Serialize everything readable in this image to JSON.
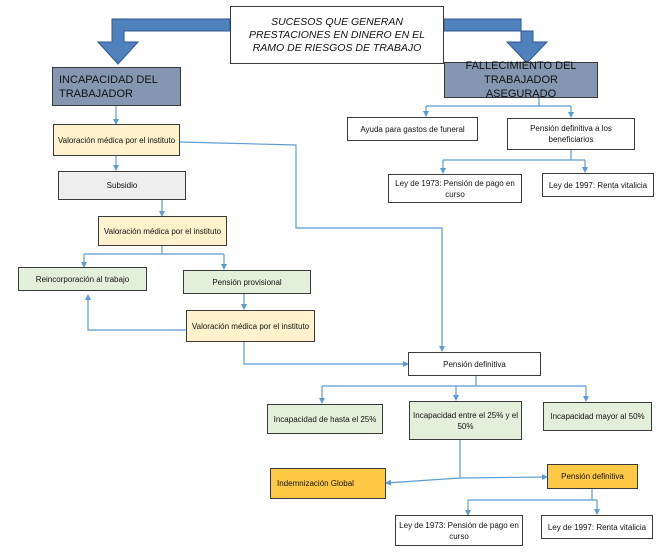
{
  "title": "SUCESOS QUE GENERAN PRESTACIONES EN DINERO EN EL RAMO DE RIESGOS DE TRABAJO",
  "colors": {
    "arrow": "#4472c4",
    "connector": "#5b9bd5",
    "header": "#8496b0",
    "cream": "#fff2cc",
    "green": "#e2efda",
    "gold": "#ffc845",
    "gray": "#eeeeee"
  },
  "left": {
    "header": "INCAPACIDAD DEL TRABAJADOR",
    "valoracion1": "Valoración médica por el instituto",
    "subsidio": "Subsidio",
    "valoracion2": "Valoración médica por el instituto",
    "reincorporacion": "Reincorporación al trabajo",
    "pension_provisional": "Pensión provisional",
    "valoracion3": "Valoración médica por el instituto",
    "pension_definitiva": "Pensión definitiva",
    "incap_25": "Incapacidad de hasta el 25%",
    "incap_25_50": "Incapacidad entre el 25% y el 50%",
    "incap_50": "Incapacidad mayor al 50%",
    "indemnizacion": "Indemnización Global",
    "pension_definitiva2": "Pensión definitiva",
    "ley1973": "Ley de 1973: Pensión de pago en curso",
    "ley1997": "Ley de 1997: Renta vitalicia"
  },
  "right": {
    "header": "FALLECIMIENTO DEL TRABAJADOR ASEGURADO",
    "funeral": "Ayuda para gastos de funeral",
    "pension_benef": "Pensión definitiva a los beneficiarios",
    "ley1973": "Ley de 1973: Pensión de pago en curso",
    "ley1997": "Ley de 1997: Renta vitalicia"
  }
}
